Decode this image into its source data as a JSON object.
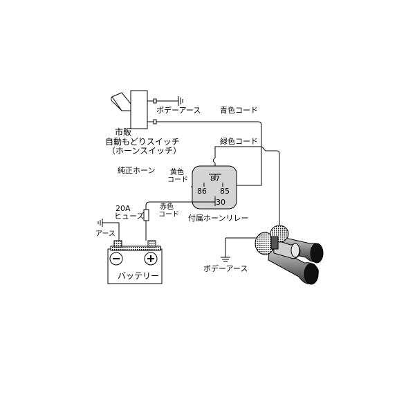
{
  "labels": {
    "body_earth_top": "ボデーアース",
    "blue_cord": "青色コード",
    "commercial": "市販",
    "auto_return_switch": "自動もどりスイッチ",
    "horn_switch": "（ホーンスイッチ）",
    "green_cord": "緑色コード",
    "stock_horn": "純正ホーン",
    "yellow_line1": "黄色",
    "yellow_line2": "コード",
    "fuse_amp": "20A",
    "fuse": "ヒューズ",
    "red_line1": "赤色",
    "red_line2": "コード",
    "relay_name": "付属ホーンリレー",
    "earth_left": "アース",
    "battery": "バッテリー",
    "body_earth_bottom": "ボデーアース"
  },
  "relay": {
    "t87": "87",
    "t86": "86",
    "t85": "85",
    "t30": "30"
  },
  "battery": {
    "minus": "−",
    "plus": "+"
  },
  "colors": {
    "line": "#000000",
    "relay_fill": "#d4d4d4",
    "horn_fill": "#7a7a7a",
    "battery_fill": "#ffffff"
  }
}
